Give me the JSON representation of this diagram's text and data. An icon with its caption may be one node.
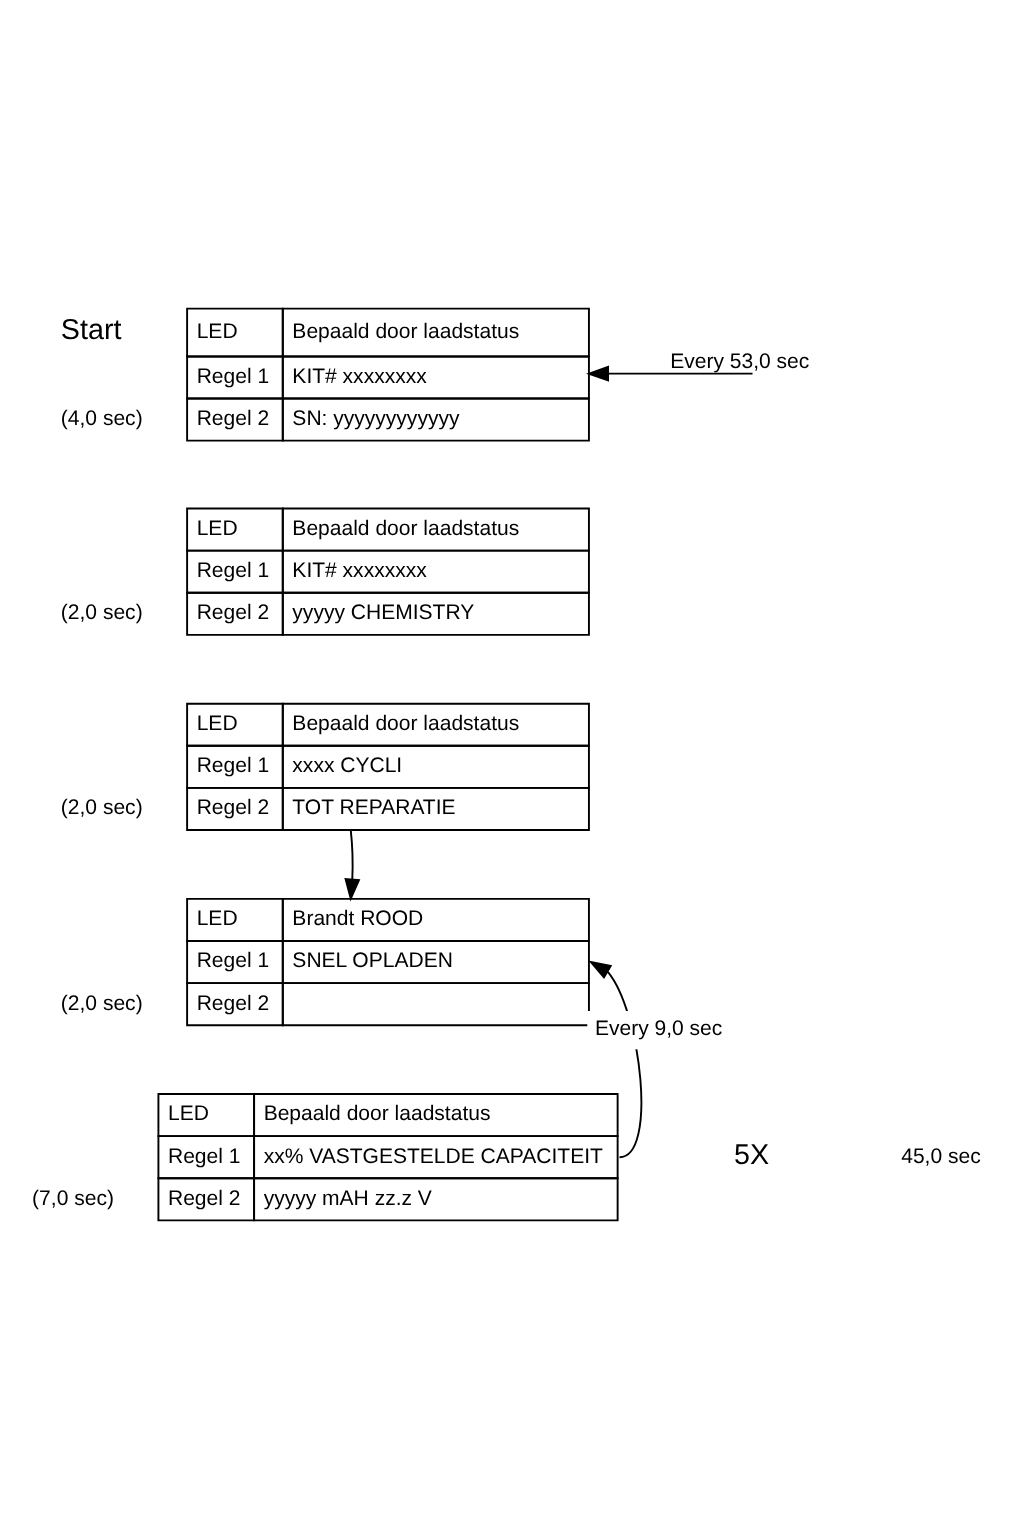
{
  "diagram": {
    "nodes": [
      {
        "text": [
          "LED",
          "Bepaald door laadstatus",
          "Regel 1",
          "KIT# xxxxxxxx",
          "Regel 2",
          "SN: yyyyyyyyyyyy"
        ],
        "beside": [
          "Start",
          "(4,0 sec)"
        ]
      },
      {
        "text": [
          "LED",
          "Bepaald door laadstatus",
          "Regel 1",
          "KIT# xxxxxxxx",
          "Regel 2",
          "yyyyy CHEMISTRY"
        ],
        "beside": [
          "(2,0 sec)"
        ]
      },
      {
        "text": [
          "LED",
          "Bepaald door laadstatus",
          "Regel 1",
          "xxxx CYCLI",
          "Regel 2",
          "TOT REPARATIE"
        ],
        "beside": [
          "(2,0 sec)"
        ]
      },
      {
        "text": [
          "LED",
          "Brandt ROOD",
          "Regel 1",
          "SNEL OPLADEN",
          "Regel 2"
        ],
        "beside": [
          "(2,0 sec)"
        ]
      },
      {
        "text": [
          "LED",
          "Bepaald door laadstatus",
          "Regel 1",
          "xx% VASTGESTELDE CAPACITEIT",
          "Regel 2",
          "yyyyy mAH zz.z V"
        ],
        "beside": [
          "(7,0 sec)"
        ]
      }
    ],
    "edges": [
      {
        "from": null,
        "to": 0,
        "arrow": "to",
        "label": "Every 53,0 sec"
      },
      {
        "from": 2,
        "to": 3,
        "arrow": "to"
      },
      {
        "from": 4,
        "to": 3,
        "arrow": "to",
        "label": "Every 9,0 sec"
      }
    ],
    "labels": [
      "5X",
      "45,0 sec"
    ]
  }
}
